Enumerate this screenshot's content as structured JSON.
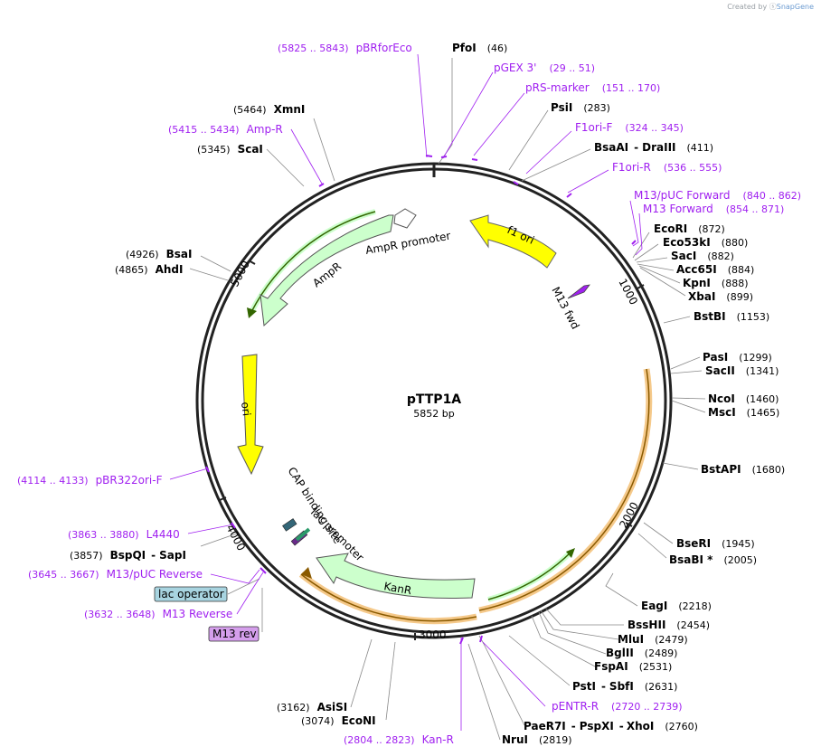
{
  "creator": {
    "text": "Created by",
    "brand": "SnapGene"
  },
  "plasmid": {
    "name": "pTTP1A",
    "length_label": "5852 bp",
    "length": 5852
  },
  "colors": {
    "primer": "#a020f0",
    "ori": "#ffff00",
    "amp": "#ccffcc",
    "kan_band": "#f5c98a",
    "lac_operator": "#a8d4e0",
    "m13": "#d59fec"
  },
  "enzymes_right": [
    {
      "name": "PfoI",
      "pos": "(46)"
    },
    {
      "name": "PsiI",
      "pos": "(283)"
    },
    {
      "name": "BsaAI",
      "sep": "-",
      "name2": "DraIII",
      "pos": "(411)"
    },
    {
      "name": "EcoRI",
      "pos": "(872)"
    },
    {
      "name": "Eco53kI",
      "pos": "(880)"
    },
    {
      "name": "SacI",
      "pos": "(882)"
    },
    {
      "name": "Acc65I",
      "pos": "(884)"
    },
    {
      "name": "KpnI",
      "pos": "(888)"
    },
    {
      "name": "XbaI",
      "pos": "(899)"
    },
    {
      "name": "BstBI",
      "pos": "(1153)"
    },
    {
      "name": "PasI",
      "pos": "(1299)"
    },
    {
      "name": "SacII",
      "pos": "(1341)"
    },
    {
      "name": "NcoI",
      "pos": "(1460)"
    },
    {
      "name": "MscI",
      "pos": "(1465)"
    },
    {
      "name": "BstAPI",
      "pos": "(1680)"
    },
    {
      "name": "BseRI",
      "pos": "(1945)"
    },
    {
      "name": "BsaBI *",
      "pos": "(2005)"
    },
    {
      "name": "EagI",
      "pos": "(2218)"
    },
    {
      "name": "BssHII",
      "pos": "(2454)"
    },
    {
      "name": "MluI",
      "pos": "(2479)"
    },
    {
      "name": "BglII",
      "pos": "(2489)"
    },
    {
      "name": "FspAI",
      "pos": "(2531)"
    },
    {
      "name": "PstI",
      "sep": "-",
      "name2": "SbfI",
      "pos": "(2631)"
    },
    {
      "name": "PaeR7I",
      "sep": "-",
      "name2": "PspXI",
      "sep2": "-",
      "name3": "XhoI",
      "pos": "(2760)"
    },
    {
      "name": "NruI",
      "pos": "(2819)"
    }
  ],
  "enzymes_left": [
    {
      "name": "XmnI",
      "pos": "(5464)"
    },
    {
      "name": "ScaI",
      "pos": "(5345)"
    },
    {
      "name": "BsaI",
      "pos": "(4926)"
    },
    {
      "name": "AhdI",
      "pos": "(4865)"
    },
    {
      "name": "BspQI",
      "sep": "-",
      "name2": "SapI",
      "pos": "(3857)"
    },
    {
      "name": "AsiSI",
      "pos": "(3162)"
    },
    {
      "name": "EcoNI",
      "pos": "(3074)"
    }
  ],
  "primers": [
    {
      "range": "(5825 .. 5843)",
      "name": "pBRforEco"
    },
    {
      "name": "pGEX 3'",
      "range": "(29 .. 51)"
    },
    {
      "name": "pRS-marker",
      "range": "(151 .. 170)"
    },
    {
      "name": "F1ori-F",
      "range": "(324 .. 345)"
    },
    {
      "name": "F1ori-R",
      "range": "(536 .. 555)"
    },
    {
      "name": "M13/pUC Forward",
      "range": "(840 .. 862)"
    },
    {
      "name": "M13 Forward",
      "range": "(854 .. 871)"
    },
    {
      "name": "pENTR-R",
      "range": "(2720 .. 2739)"
    },
    {
      "range": "(2804 .. 2823)",
      "name": "Kan-R"
    },
    {
      "range": "(5415 .. 5434)",
      "name": "Amp-R"
    },
    {
      "range": "(4114 .. 4133)",
      "name": "pBR322ori-F"
    },
    {
      "range": "(3863 .. 3880)",
      "name": "L4440"
    },
    {
      "range": "(3645 .. 3667)",
      "name": "M13/pUC Reverse"
    },
    {
      "range": "(3632 .. 3648)",
      "name": "M13 Reverse"
    }
  ],
  "boxed_labels": {
    "lac_operator": "lac operator",
    "m13_rev": "M13 rev"
  },
  "features": {
    "f1_ori": "f1 ori",
    "m13_fwd": "M13 fwd",
    "ampr_promoter": "AmpR promoter",
    "ampr": "AmpR",
    "ori": "ori",
    "kanr": "KanR",
    "cap_site": "CAP binding site",
    "lac_promoter": "lac promoter"
  },
  "ticks": {
    "t1000": "1000",
    "t2000": "2000",
    "t3000": "3000",
    "t4000": "4000",
    "t5000": "5000"
  }
}
